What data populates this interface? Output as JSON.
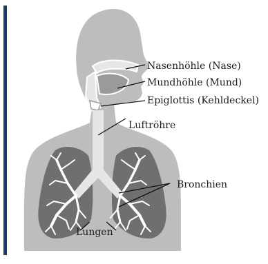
{
  "colors": {
    "bar": "#1f3a68",
    "body": "#bdbdbd",
    "lung": "#6f6f6f",
    "airway": "#e6e6e6",
    "branch": "#ffffff",
    "leader": "#111111",
    "text": "#1a1a1a"
  },
  "labels": {
    "nasal_cavity": "Nasenhöhle (Nase)",
    "oral_cavity": "Mundhöhle (Mund)",
    "epiglottis": "Epiglottis (Kehldeckel)",
    "trachea": "Luftröhre",
    "bronchi": "Bronchien",
    "lungs": "Lungen"
  }
}
